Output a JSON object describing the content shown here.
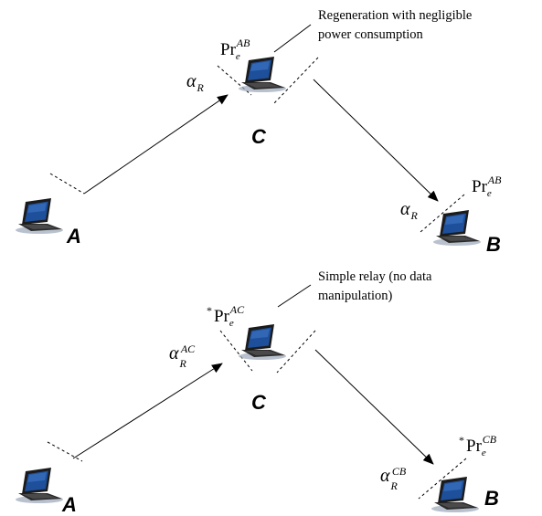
{
  "panels": [
    {
      "id": "top",
      "note_lines": [
        "Regeneration with negligible",
        "power consumption"
      ],
      "nodes": {
        "A": "A",
        "C": "C",
        "B": "B"
      },
      "labels": {
        "pr_c": {
          "prefix": "",
          "base": "Pr",
          "sub": "e",
          "sup": "AB"
        },
        "alpha_c": {
          "base": "α",
          "sub": "R",
          "sup": ""
        },
        "pr_b": {
          "prefix": "",
          "base": "Pr",
          "sub": "e",
          "sup": "AB"
        },
        "alpha_b": {
          "base": "α",
          "sub": "R",
          "sup": ""
        }
      }
    },
    {
      "id": "bottom",
      "note_lines": [
        "Simple relay (no data",
        "manipulation)"
      ],
      "nodes": {
        "A": "A",
        "C": "C",
        "B": "B"
      },
      "labels": {
        "pr_c": {
          "prefix": "*",
          "base": "Pr",
          "sub": "e",
          "sup": "AC"
        },
        "alpha_c": {
          "base": "α",
          "sub": "R",
          "sup": "AC"
        },
        "pr_b": {
          "prefix": "*",
          "base": "Pr",
          "sub": "e",
          "sup": "CB"
        },
        "alpha_b": {
          "base": "α",
          "sub": "R",
          "sup": "CB"
        }
      }
    }
  ],
  "colors": {
    "line": "#000000",
    "laptop_screen": "#1d4f9a",
    "laptop_body": "#2a2a2a",
    "laptop_shadow": "#9aa7b8"
  }
}
